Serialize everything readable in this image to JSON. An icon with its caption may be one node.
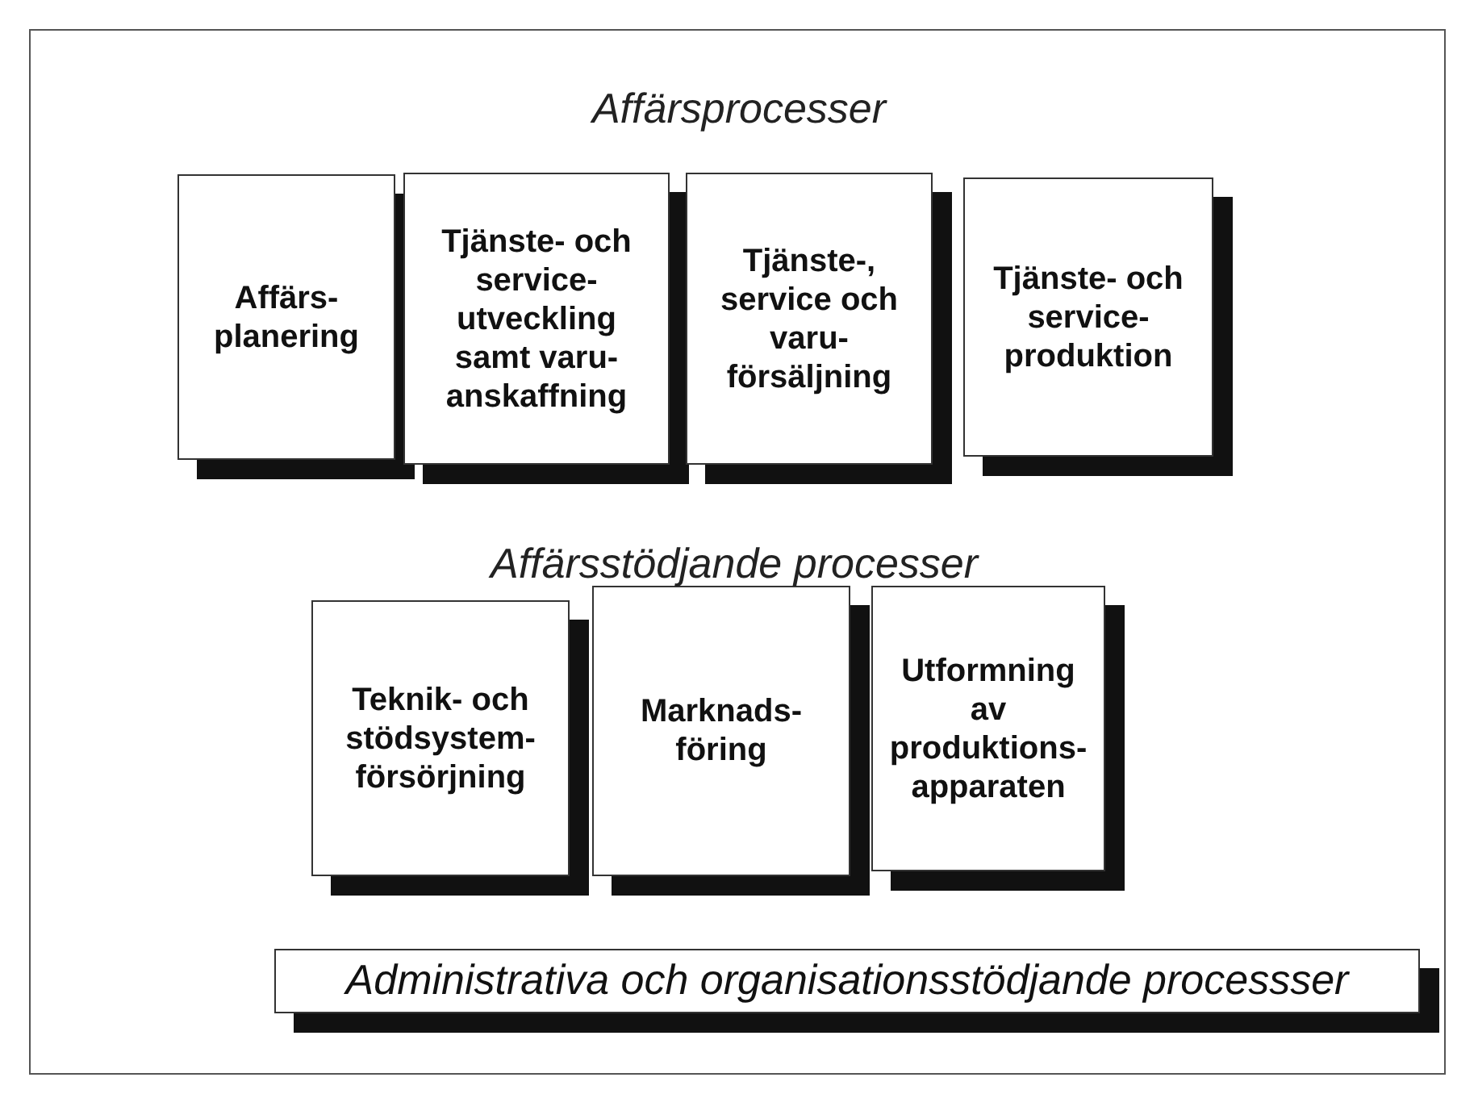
{
  "diagram": {
    "nodes": [
      {
        "text": [
          "Affärs- planering"
        ]
      },
      {
        "text": [
          "Tjänste- och service- utveckling samt varu- anskaffning"
        ]
      },
      {
        "text": [
          "Tjänste-, service och varu- försäljning"
        ]
      },
      {
        "text": [
          "Tjänste- och service- produktion"
        ]
      },
      {
        "text": [
          "Teknik- och stödsystem- försörjning"
        ]
      },
      {
        "text": [
          "Marknads- föring"
        ]
      },
      {
        "text": [
          "Utformning av produktions- apparaten"
        ]
      },
      {
        "text": [
          "Administrativa och organisationsstödjande processser"
        ]
      }
    ],
    "labels": [
      "Affärsprocesser",
      "Affärsstödjande processer"
    ]
  }
}
